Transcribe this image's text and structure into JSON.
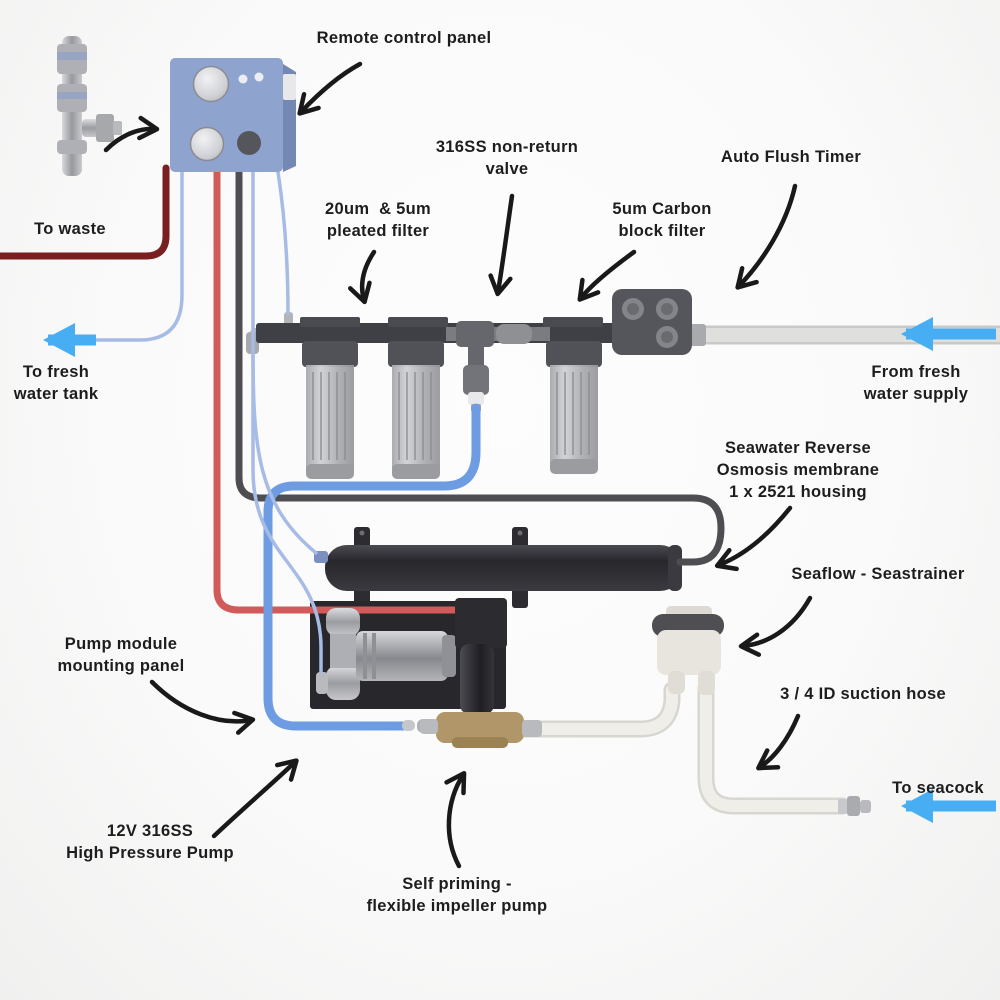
{
  "colors": {
    "flow_arrow_blue": "#47aef4",
    "label_text": "#1d1d1d",
    "waste_hose_dark_red": "#7a1f1f",
    "pressure_hose_red": "#d15b5b",
    "brine_hose_gray": "#4e4e52",
    "feed_hose_blue": "#6d9ce2",
    "product_hose_light_blue": "#a6bbe6",
    "control_panel_blue": "#8fa3cf",
    "brass": "#b09668"
  },
  "labels": {
    "remote_control_panel": {
      "lines": [
        "Remote control panel"
      ]
    },
    "to_waste": {
      "lines": [
        "To waste"
      ]
    },
    "non_return_valve": {
      "lines": [
        "316SS non-return",
        "valve"
      ]
    },
    "auto_flush_timer": {
      "lines": [
        "Auto Flush Timer"
      ]
    },
    "pleated_filter": {
      "lines": [
        "20um  & 5um",
        "pleated filter"
      ]
    },
    "carbon_filter": {
      "lines": [
        "5um Carbon",
        "block filter"
      ]
    },
    "to_fresh_water_tank": {
      "lines": [
        "To fresh",
        "water tank"
      ]
    },
    "from_fresh_water_supply": {
      "lines": [
        "From fresh",
        "water supply"
      ]
    },
    "membrane": {
      "lines": [
        "Seawater Reverse",
        "Osmosis membrane",
        "1 x 2521 housing"
      ]
    },
    "seastrainer": {
      "lines": [
        "Seaflow - Seastrainer"
      ]
    },
    "pump_mounting_panel": {
      "lines": [
        "Pump module",
        "mounting panel"
      ]
    },
    "suction_hose": {
      "lines": [
        "3 / 4 ID suction hose"
      ]
    },
    "to_seacock": {
      "lines": [
        "To seacock"
      ]
    },
    "high_pressure_pump": {
      "lines": [
        "12V 316SS",
        "High Pressure Pump"
      ]
    },
    "impeller_pump": {
      "lines": [
        "Self priming -",
        "flexible impeller pump"
      ]
    }
  }
}
